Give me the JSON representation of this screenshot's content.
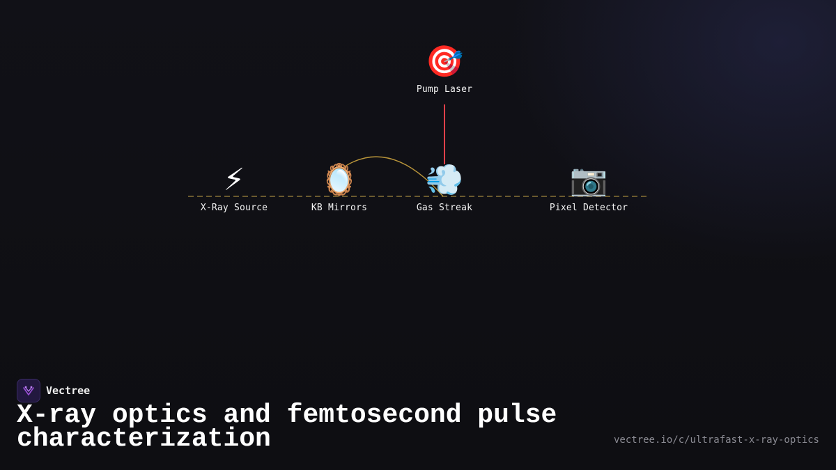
{
  "diagram": {
    "nodes": [
      {
        "id": "xray-source",
        "icon": "lightning-icon",
        "glyph": "⚡",
        "label": "X-Ray Source"
      },
      {
        "id": "kb-mirrors",
        "icon": "mirror-icon",
        "glyph": "🪞",
        "label": "KB Mirrors"
      },
      {
        "id": "gas-streak",
        "icon": "gas-puff-icon",
        "glyph": "💨",
        "label": "Gas Streak"
      },
      {
        "id": "pixel-detector",
        "icon": "camera-icon",
        "glyph": "📷",
        "label": "Pixel Detector"
      },
      {
        "id": "pump-laser",
        "icon": "target-icon",
        "glyph": "🎯",
        "label": "Pump Laser"
      }
    ],
    "colors": {
      "beam_line": "#6b5a2e",
      "focus_arc": "#b9953a",
      "pump_beam": "#e0404a"
    }
  },
  "brand": {
    "name": "Vectree",
    "logo_color": "#9a4fd6"
  },
  "title": "X-ray optics and femtosecond pulse characterization",
  "url": "vectree.io/c/ultrafast-x-ray-optics"
}
